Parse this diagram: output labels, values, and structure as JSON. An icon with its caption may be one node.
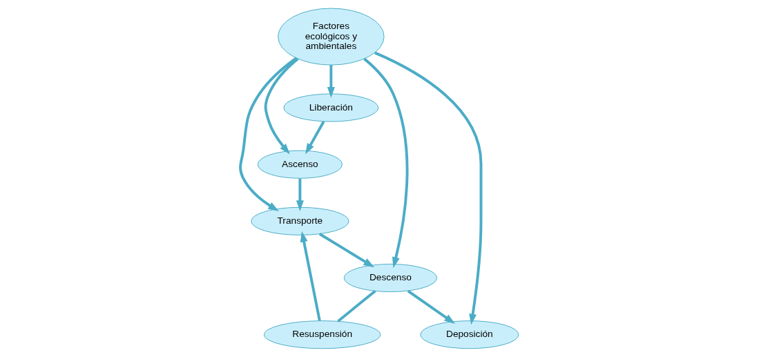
{
  "diagram": {
    "nodes": [
      {
        "text": [
          "Transporte"
        ]
      },
      {
        "text": [
          "Resuspensión"
        ]
      },
      {
        "text": [
          "Ascenso"
        ]
      },
      {
        "text": [
          "Descenso"
        ]
      },
      {
        "text": [
          "Factores ecológicos y ambientales"
        ]
      },
      {
        "text": [
          "Liberación"
        ]
      },
      {
        "text": [
          "Deposición"
        ]
      }
    ],
    "edges": [
      {
        "from": 1,
        "to": 0,
        "arrow": "to"
      },
      {
        "from": 2,
        "to": 0,
        "arrow": "to"
      },
      {
        "from": 0,
        "to": 3,
        "arrow": "to"
      },
      {
        "from": 3,
        "to": 1,
        "arrow": "none"
      },
      {
        "from": 4,
        "to": 0,
        "arrow": "to"
      },
      {
        "from": 4,
        "to": 2,
        "arrow": "to"
      },
      {
        "from": 4,
        "to": 3,
        "arrow": "to"
      },
      {
        "from": 5,
        "to": 2,
        "arrow": "to"
      },
      {
        "from": 4,
        "to": 5,
        "arrow": "to"
      },
      {
        "from": 4,
        "to": 6,
        "arrow": "to"
      },
      {
        "from": 3,
        "to": 6,
        "arrow": "to"
      }
    ]
  }
}
